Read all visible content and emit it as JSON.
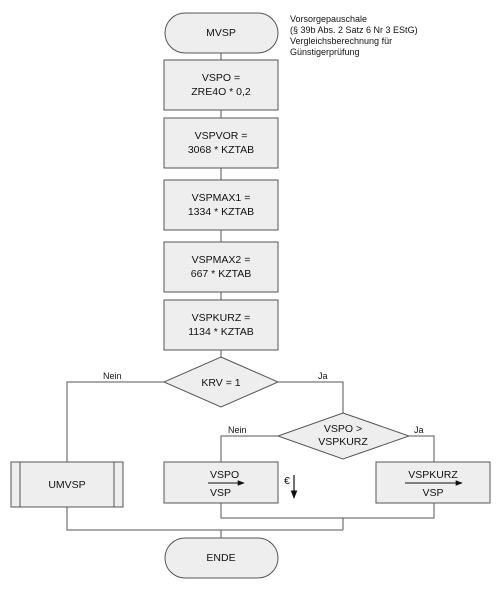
{
  "diagram": {
    "start_label": "MVSP",
    "annotation": [
      "Vorsorgepauschale",
      "(§ 39b Abs. 2 Satz 6 Nr 3 EStG)",
      "Vergleichsberechnung für",
      "Günstigerprüfung"
    ],
    "steps": [
      [
        "VSPO =",
        "ZRE4O * 0,2"
      ],
      [
        "VSPVOR =",
        "3068 * KZTAB"
      ],
      [
        "VSPMAX1 =",
        "1334 * KZTAB"
      ],
      [
        "VSPMAX2 =",
        "667 * KZTAB"
      ],
      [
        "VSPKURZ =",
        "1134 * KZTAB"
      ]
    ],
    "decision1": {
      "condition": "KRV = 1",
      "no_label": "Nein",
      "yes_label": "Ja"
    },
    "decision2": {
      "condition": [
        "VSPO >",
        "VSPKURZ"
      ],
      "no_label": "Nein",
      "yes_label": "Ja"
    },
    "subprocess_label": "UMVSP",
    "assign_left": [
      "VSPO",
      "VSP"
    ],
    "assign_right": [
      "VSPKURZ",
      "VSP"
    ],
    "euro_symbol": "€",
    "end_label": "ENDE"
  }
}
